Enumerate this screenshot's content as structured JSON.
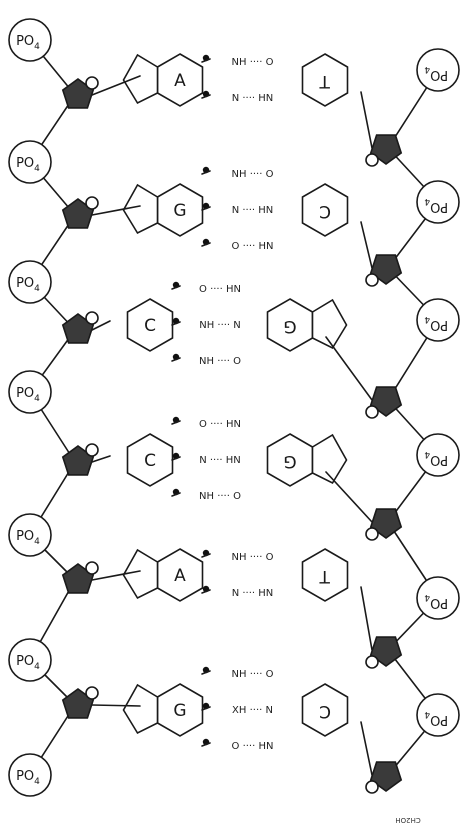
{
  "phosphate_label": "PO",
  "phosphate_subscript": "4",
  "end_label": "CH2OH",
  "rows": [
    {
      "left": "A",
      "right": "T",
      "bonds": [
        "NH ···· O",
        "N ···· HN"
      ],
      "pair": "purine-pyrimidine"
    },
    {
      "left": "G",
      "right": "C",
      "bonds": [
        "NH ···· O",
        "N ···· HN",
        "O ···· HN"
      ],
      "pair": "purine-pyrimidine"
    },
    {
      "left": "C",
      "right": "G",
      "bonds": [
        "O ···· HN",
        "NH ···· N",
        "NH ···· O"
      ],
      "pair": "pyrimidine-purine"
    },
    {
      "left": "C",
      "right": "G",
      "bonds": [
        "O ···· HN",
        "N ···· HN",
        "NH ···· O"
      ],
      "pair": "pyrimidine-purine"
    },
    {
      "left": "A",
      "right": "T",
      "bonds": [
        "NH ···· O",
        "N ···· HN"
      ],
      "pair": "purine-pyrimidine"
    },
    {
      "left": "G",
      "right": "C",
      "bonds": [
        "NH ···· O",
        "XH ···· N",
        "O ···· HN"
      ],
      "pair": "purine-pyrimidine"
    }
  ]
}
